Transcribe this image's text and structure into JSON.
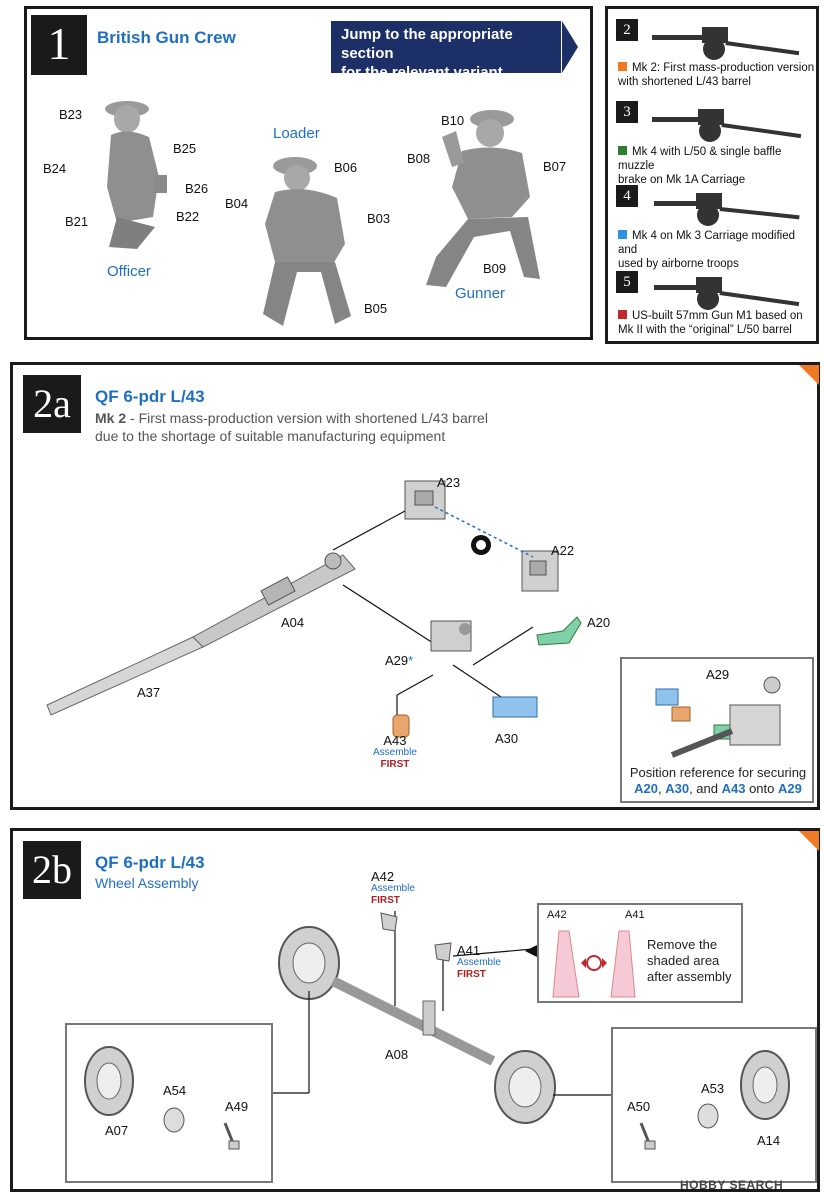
{
  "step1": {
    "number": "1",
    "title": "British Gun Crew",
    "jump_text_line1": "Jump to the appropriate section",
    "jump_text_line2": "for the relevant variant",
    "figures": [
      {
        "name": "Officer"
      },
      {
        "name": "Loader"
      },
      {
        "name": "Gunner"
      }
    ],
    "parts": [
      "B23",
      "B25",
      "B24",
      "B26",
      "B21",
      "B22",
      "B06",
      "B04",
      "B03",
      "B05",
      "B10",
      "B08",
      "B07",
      "B09"
    ]
  },
  "variants": [
    {
      "num": "2",
      "color": "#f07a23",
      "text1": "Mk 2: First mass-production version",
      "text2": "with shortened L/43 barrel"
    },
    {
      "num": "3",
      "color": "#2e7d32",
      "text1": "Mk 4 with L/50 & single baffle muzzle",
      "text2": "brake on Mk 1A Carriage"
    },
    {
      "num": "4",
      "color": "#2f8fe0",
      "text1": "Mk 4 on Mk 3 Carriage modified and",
      "text2": "used by airborne troops"
    },
    {
      "num": "5",
      "color": "#c0282d",
      "text1": "US-built 57mm Gun M1 based on",
      "text2": "Mk II with the “original” L/50 barrel"
    }
  ],
  "step2a": {
    "number": "2a",
    "title": "QF 6-pdr L/43",
    "sub_bold": "Mk 2",
    "sub_rest": " - First mass-production version with shortened L/43 barrel",
    "sub_line2": "due to the shortage of suitable manufacturing equipment",
    "parts": {
      "a23": "A23",
      "a22": "A22",
      "a20": "A20",
      "a04": "A04",
      "a29": "A29",
      "a29_star": "*",
      "a37": "A37",
      "a43": "A43",
      "a30": "A30"
    },
    "assemble": "Assemble",
    "first": "FIRST",
    "ref_box": {
      "label": "A29",
      "line1": "Position reference for securing",
      "a20": "A20",
      "sep1": ", ",
      "a30": "A30",
      "sep2": ", and ",
      "a43": "A43",
      "onto": " onto ",
      "a29": "A29"
    }
  },
  "step2b": {
    "number": "2b",
    "title": "QF 6-pdr L/43",
    "subtitle": "Wheel Assembly",
    "parts": {
      "a42": "A42",
      "a41": "A41",
      "a08": "A08",
      "a07": "A07",
      "a54": "A54",
      "a49": "A49",
      "a50": "A50",
      "a53": "A53",
      "a14": "A14"
    },
    "assemble": "Assemble",
    "first": "FIRST",
    "remove_box": {
      "a42": "A42",
      "a41": "A41",
      "line1": "Remove the",
      "line2": "shaded area",
      "line3": "after assembly"
    }
  },
  "watermark": "HOBBY SEARCH",
  "colors": {
    "blue": "#1f6fc1",
    "red": "#b01e23",
    "navy": "#1c2f66",
    "orange_corner": "#f07a23"
  }
}
